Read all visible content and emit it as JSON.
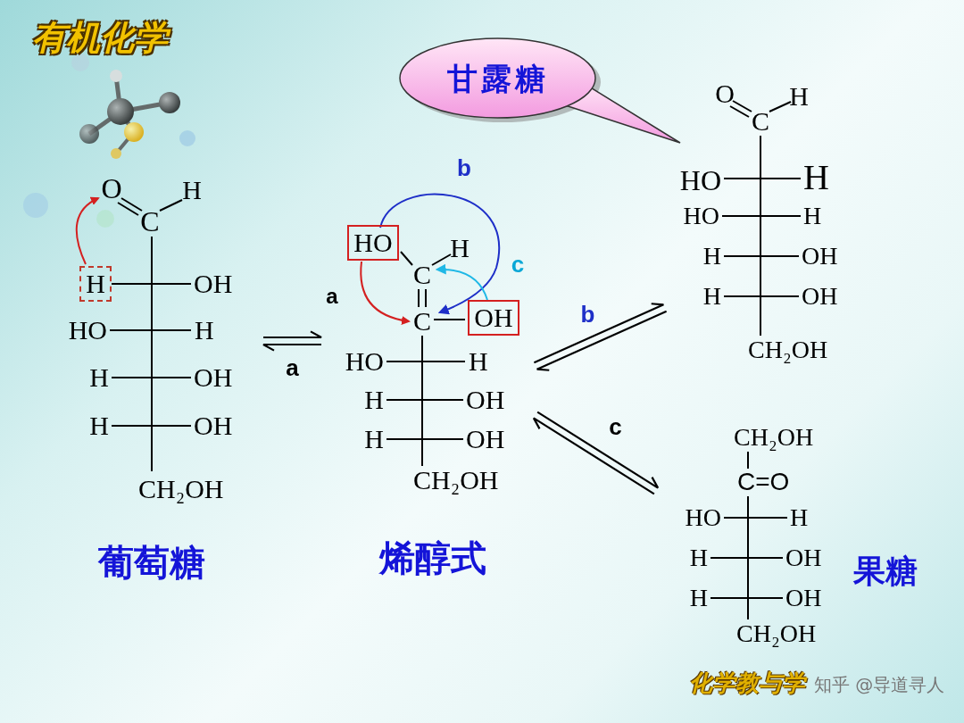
{
  "diagram": {
    "title": "有机化学",
    "nodes": [
      {
        "text": [
          "葡萄糖",
          "O",
          "H",
          "C",
          "OH",
          "HO",
          "H",
          "H",
          "OH",
          "H",
          "OH",
          "CH₂OH"
        ]
      },
      {
        "text": [
          "H"
        ],
        "in": 0
      },
      {
        "text": [
          "烯醇式",
          "H",
          "C",
          "C",
          "HO",
          "H",
          "H",
          "OH",
          "H",
          "OH",
          "CH₂OH"
        ]
      },
      {
        "text": [
          "HO"
        ],
        "in": 2
      },
      {
        "text": [
          "OH"
        ],
        "in": 2
      },
      {
        "text": [
          "甘露糖"
        ]
      },
      {
        "text": [
          "O",
          "H",
          "C",
          "HO",
          "H",
          "HO",
          "H",
          "H",
          "OH",
          "H",
          "OH",
          "CH₂OH"
        ]
      },
      {
        "text": [
          "CH₂OH",
          "C=O",
          "HO",
          "H",
          "H",
          "OH",
          "H",
          "OH",
          "CH₂OH",
          "果糖"
        ]
      }
    ],
    "edges": [
      {
        "from": 0,
        "to": 2,
        "label": "a",
        "arrow": "both"
      },
      {
        "from": 2,
        "to": 6,
        "label": "b",
        "arrow": "both"
      },
      {
        "from": 2,
        "to": 7,
        "label": "c",
        "arrow": "both"
      }
    ],
    "labels": [
      "a",
      "b",
      "c",
      "化学教与学",
      "知乎 @导道寻人"
    ]
  }
}
